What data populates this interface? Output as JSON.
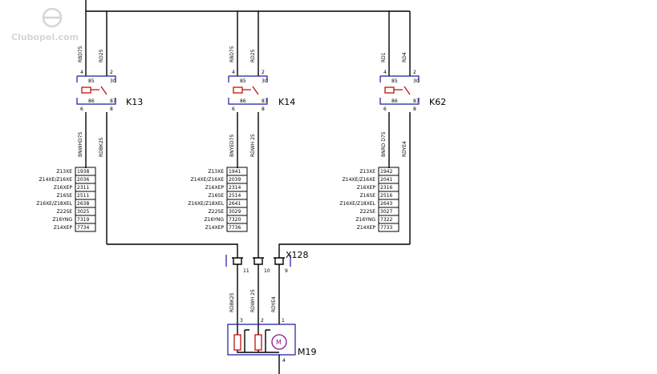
{
  "watermark": {
    "text": "Clubopel.com"
  },
  "relays": [
    {
      "name": "K13",
      "wire_left": "RBD75",
      "wire_right": "RD25",
      "pins_top": [
        "4",
        "2"
      ],
      "inner_top": [
        "85",
        "30"
      ],
      "inner_bottom": [
        "86",
        "87"
      ],
      "pins_bottom": [
        "6",
        "8"
      ],
      "wire_bottom_left": "BNWHD75",
      "wire_bottom_right": "RDBK25"
    },
    {
      "name": "K14",
      "wire_left": "RBD75",
      "wire_right": "RD25",
      "pins_top": [
        "4",
        "2"
      ],
      "inner_top": [
        "85",
        "30"
      ],
      "inner_bottom": [
        "86",
        "87"
      ],
      "pins_bottom": [
        "6",
        "8"
      ],
      "wire_bottom_left": "BNYED75",
      "wire_bottom_right": "RDWH 25"
    },
    {
      "name": "K62",
      "wire_left": "RD1",
      "wire_right": "RD4",
      "pins_top": [
        "4",
        "2"
      ],
      "inner_top": [
        "85",
        "30"
      ],
      "inner_bottom": [
        "86",
        "87"
      ],
      "pins_bottom": [
        "6",
        "8"
      ],
      "wire_bottom_left": "BNRD D75",
      "wire_bottom_right": "RDYE4"
    }
  ],
  "tables": [
    {
      "engines": [
        "Z13XE",
        "Z14XE/Z16XE",
        "Z16XEP",
        "Z16SE",
        "Z16XE/Z18XEL",
        "Z22SE",
        "Z16YNG",
        "Z14XEP"
      ],
      "codes": [
        "1938",
        "2036",
        "2311",
        "2511",
        "2638",
        "3025",
        "7319",
        "7734"
      ]
    },
    {
      "engines": [
        "Z13XE",
        "Z14XE/Z16XE",
        "Z16XEP",
        "Z16SE",
        "Z16XE/Z18XEL",
        "Z22SE",
        "Z16YNG",
        "Z14XEP"
      ],
      "codes": [
        "1941",
        "2039",
        "2314",
        "2514",
        "2641",
        "3029",
        "7320",
        "7736"
      ]
    },
    {
      "engines": [
        "Z13XE",
        "Z14XE/Z16XE",
        "Z16XEP",
        "Z16SE",
        "Z16XE/Z18XEL",
        "Z22SE",
        "Z16YNG",
        "Z14XEP"
      ],
      "codes": [
        "1942",
        "2041",
        "2316",
        "2516",
        "2643",
        "3027",
        "7322",
        "7733"
      ]
    }
  ],
  "connector": {
    "name": "X128",
    "pins": [
      "11",
      "10",
      "9"
    ]
  },
  "motor": {
    "name": "M19",
    "symbol": "M",
    "wires": [
      "RDBK25",
      "RDWH 25",
      "RDYE4"
    ],
    "pins_top": [
      "3",
      "2",
      "1"
    ],
    "pin_bottom": "4"
  }
}
